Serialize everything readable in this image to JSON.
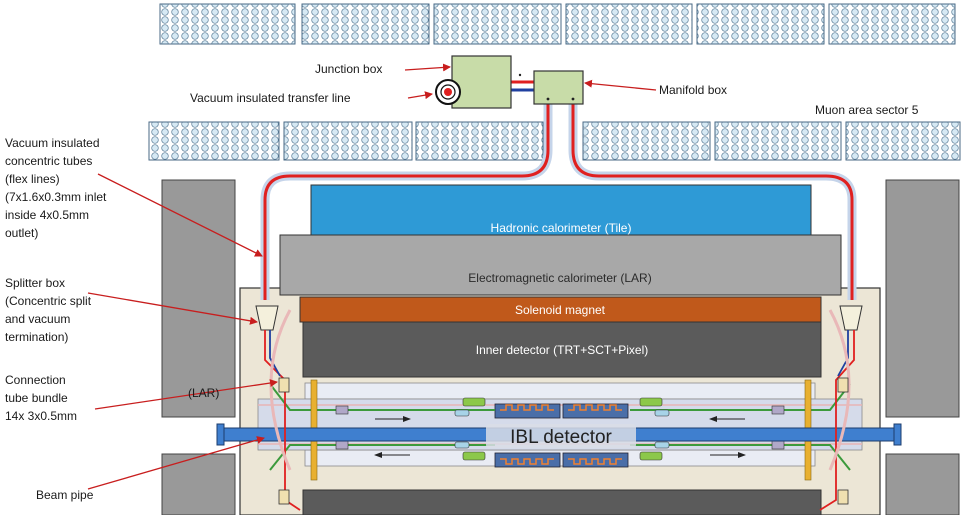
{
  "labels": {
    "junction_box": "Junction box",
    "transfer_line": "Vacuum insulated transfer line",
    "manifold_box": "Manifold box",
    "muon_area": "Muon area  sector 5",
    "flex_lines": [
      "Vacuum insulated",
      "concentric tubes",
      "(flex lines)",
      "(7x1.6x0.3mm inlet",
      "inside 4x0.5mm",
      "outlet)"
    ],
    "splitter_box": [
      "Splitter box",
      "(Concentric split",
      "and vacuum",
      "termination)"
    ],
    "connection_tube": [
      "Connection",
      "tube bundle",
      "14x 3x0.5mm"
    ],
    "beam_pipe": "Beam pipe",
    "lar_side": "(LAR)"
  },
  "detector": {
    "hadronic": "Hadronic  calorimeter (Tile)",
    "electromagnetic": "Electromagnetic calorimeter (LAR)",
    "solenoid": "Solenoid magnet",
    "inner": "Inner detector (TRT+SCT+Pixel)",
    "ibl": "IBL detector"
  },
  "colors": {
    "hadronic": "#2e9ad6",
    "electromagnetic": "#a8a8a8",
    "solenoid": "#c0591b",
    "inner": "#5b5b5b",
    "muon_chamber": "#cde3ef",
    "green_box": "#c8dca8",
    "beam_pipe": "#3f7fcf",
    "line_red": "#e02020",
    "line_blue": "#c5d4ea"
  }
}
